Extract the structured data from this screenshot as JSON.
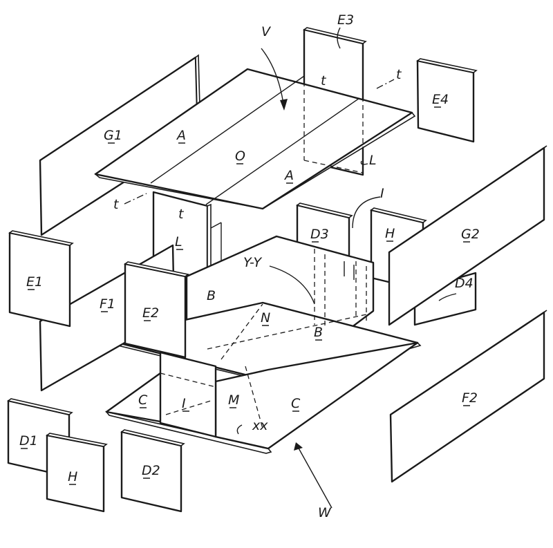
{
  "labels": {
    "v": "V",
    "e3": "E3",
    "t1": "t",
    "t2": "t",
    "t3": "t",
    "t4": "t",
    "e4": "E4",
    "g1": "G1",
    "a1": "A",
    "o": "O",
    "a2": "A",
    "l1": "L",
    "l2": "L",
    "i1": "I",
    "i2": "I",
    "d3": "D3",
    "h1": "H",
    "g2": "G2",
    "e1": "E1",
    "yy": "Y-Y",
    "d4": "D4",
    "f1": "F1",
    "e2": "E2",
    "b1": "B",
    "n": "N",
    "b2": "B",
    "c1": "C",
    "m": "M",
    "c2": "C",
    "f2": "F2",
    "d1": "D1",
    "xx": "xx",
    "h2": "H",
    "d2": "D2",
    "w": "W"
  }
}
